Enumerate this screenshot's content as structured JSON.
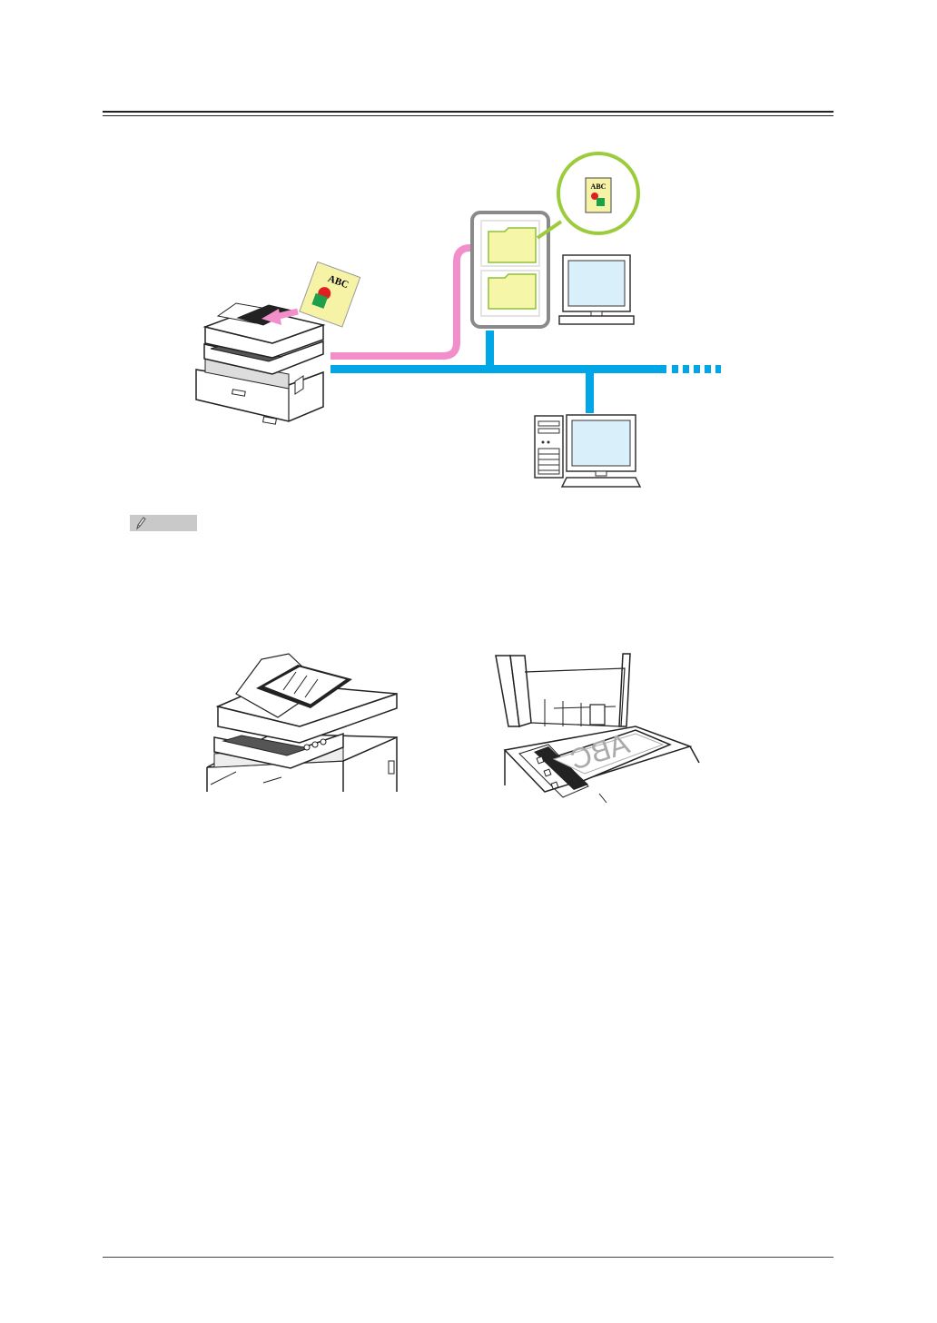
{
  "diagram": {
    "document_label": "ABC",
    "callout_doc_label": "ABC",
    "glass_doc_label": "ABC"
  },
  "colors": {
    "network": "#00a6e6",
    "route": "#f28fcb",
    "folder_fill": "#f6f6a8",
    "callout_stroke": "#9ccc3c",
    "screen": "#d9f0fb",
    "server_frame": "#8a8a8a",
    "note_badge": "#c9c9c9"
  },
  "icons": {
    "note": "pencil-note-icon"
  }
}
